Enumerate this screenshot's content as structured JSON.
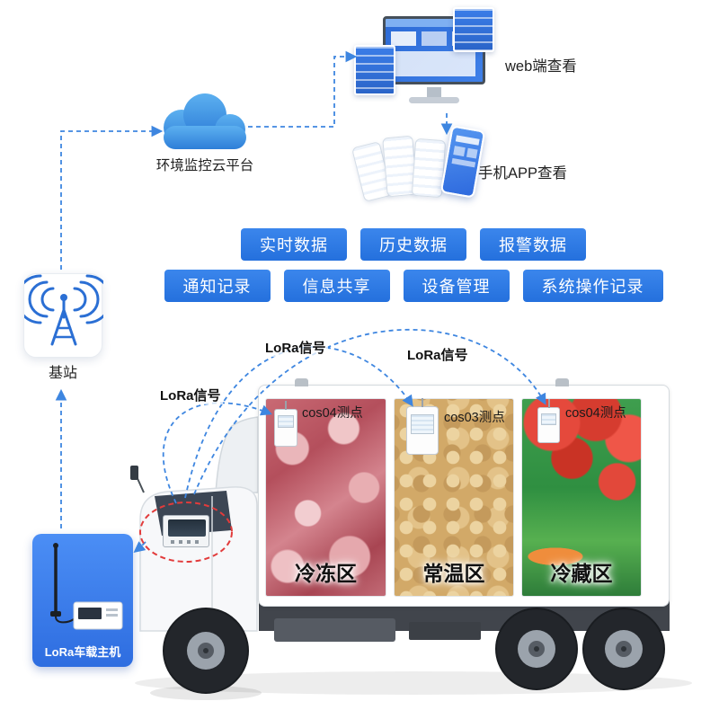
{
  "cloud": {
    "label": "环境监控云平台"
  },
  "web": {
    "label": "web端查看"
  },
  "app": {
    "label": "手机APP查看"
  },
  "base_station": {
    "label": "基站"
  },
  "lora_host": {
    "label": "LoRa车载主机"
  },
  "signals": {
    "left": "LoRa信号",
    "mid": "LoRa信号",
    "right": "LoRa信号"
  },
  "tags": {
    "row1": [
      "实时数据",
      "历史数据",
      "报警数据"
    ],
    "row2": [
      "通知记录",
      "信息共享",
      "设备管理",
      "系统操作记录"
    ]
  },
  "truck": {
    "zones": [
      {
        "label": "冷冻区",
        "sensor": "cos04测点"
      },
      {
        "label": "常温区",
        "sensor": "cos03测点"
      },
      {
        "label": "冷藏区",
        "sensor": "cos04测点"
      }
    ]
  },
  "colors": {
    "tag_blue": "#2b79e3",
    "line_blue": "#3e86e0",
    "host_blue": "#3a7df0",
    "alert_red": "#e23b3b",
    "cloud_blue": "#3f97e8"
  }
}
